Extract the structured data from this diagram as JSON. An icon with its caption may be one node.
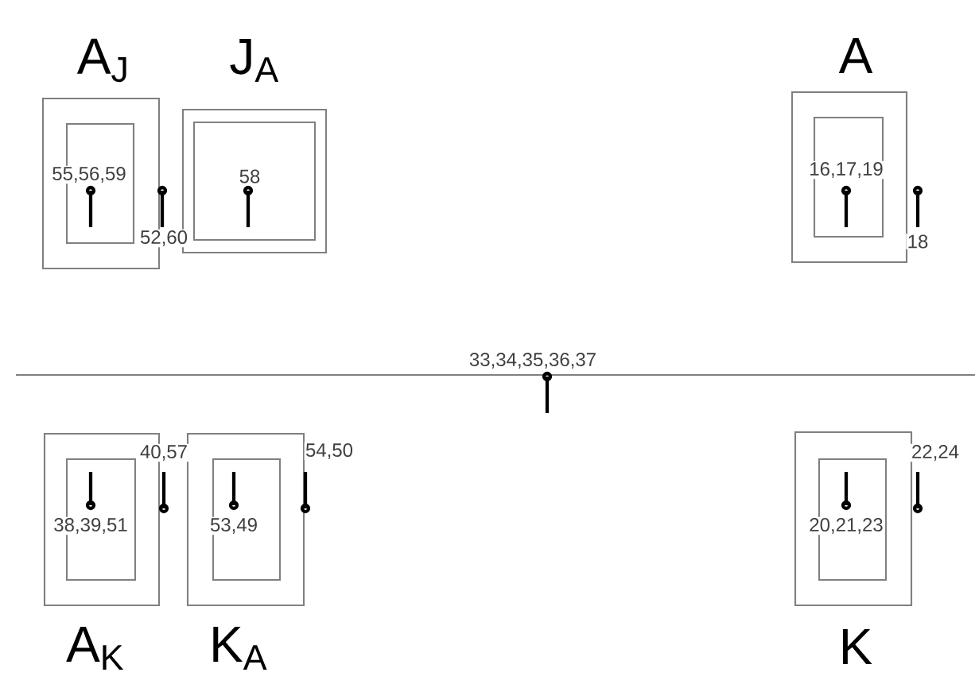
{
  "diagram": {
    "nodes": [
      {
        "text": [
          "A$_{J}$"
        ]
      },
      {
        "text": [
          "55,56,59"
        ],
        "in": 0
      },
      {
        "text": [
          "J$_{A}$"
        ]
      },
      {
        "text": [
          "58"
        ],
        "in": 2
      },
      {
        "text": [
          "A"
        ]
      },
      {
        "text": [
          "16,17,19"
        ],
        "in": 4
      },
      {
        "text": [
          "A$_{K}$"
        ]
      },
      {
        "text": [
          "38,39,51"
        ],
        "in": 6
      },
      {
        "text": [
          "K$_{A}$"
        ]
      },
      {
        "text": [
          "53,49"
        ],
        "in": 8
      },
      {
        "text": [
          "K"
        ]
      },
      {
        "text": [
          "20,21,23"
        ],
        "in": 10
      }
    ],
    "labels": [
      "52,60",
      "18",
      "33,34,35,36,37",
      "40,57",
      "54,50",
      "22,24"
    ]
  }
}
